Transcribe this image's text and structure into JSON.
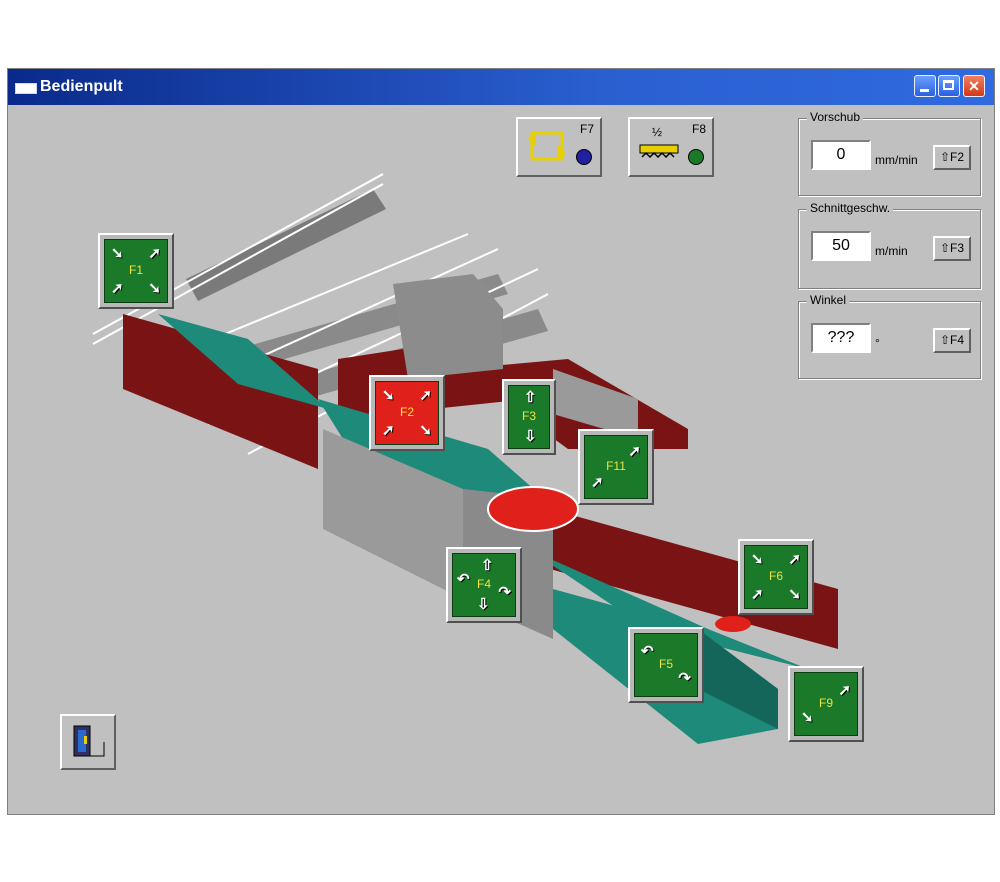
{
  "window": {
    "title": "Bedienpult",
    "controls": {
      "minimize": "minimize-button",
      "maximize": "maximize-button",
      "close": "close-button",
      "close_glyph": "✕"
    }
  },
  "toolbar": {
    "f7": {
      "key": "F7",
      "icon": "rotate-frame-icon",
      "status_color": "#2020a0"
    },
    "f8": {
      "key": "F8",
      "icon": "saw-feed-icon",
      "status_color": "#1a7a2a",
      "mark": "½"
    }
  },
  "panels": {
    "vorschub": {
      "legend": "Vorschub",
      "value": "0",
      "unit": "mm/min",
      "button": "⇧F2"
    },
    "schnitt": {
      "legend": "Schnittgeschw.",
      "value": "50",
      "unit": "m/min",
      "button": "⇧F3"
    },
    "winkel": {
      "legend": "Winkel",
      "value": "???",
      "unit": "°",
      "button": "⇧F4"
    }
  },
  "machine_pads": {
    "f1": {
      "label": "F1",
      "color": "green"
    },
    "f2": {
      "label": "F2",
      "color": "red"
    },
    "f3": {
      "label": "F3",
      "color": "green"
    },
    "f4": {
      "label": "F4",
      "color": "green"
    },
    "f5": {
      "label": "F5",
      "color": "green"
    },
    "f6": {
      "label": "F6",
      "color": "green"
    },
    "f9": {
      "label": "F9",
      "color": "green"
    },
    "f11": {
      "label": "F11",
      "color": "green"
    }
  },
  "exit": {
    "icon": "exit-door-icon"
  },
  "colors": {
    "machine_red": "#7a1414",
    "machine_teal": "#1e8a7a",
    "machine_gray": "#808080",
    "pad_green": "#1a7a2a",
    "pad_red": "#e0201a"
  }
}
